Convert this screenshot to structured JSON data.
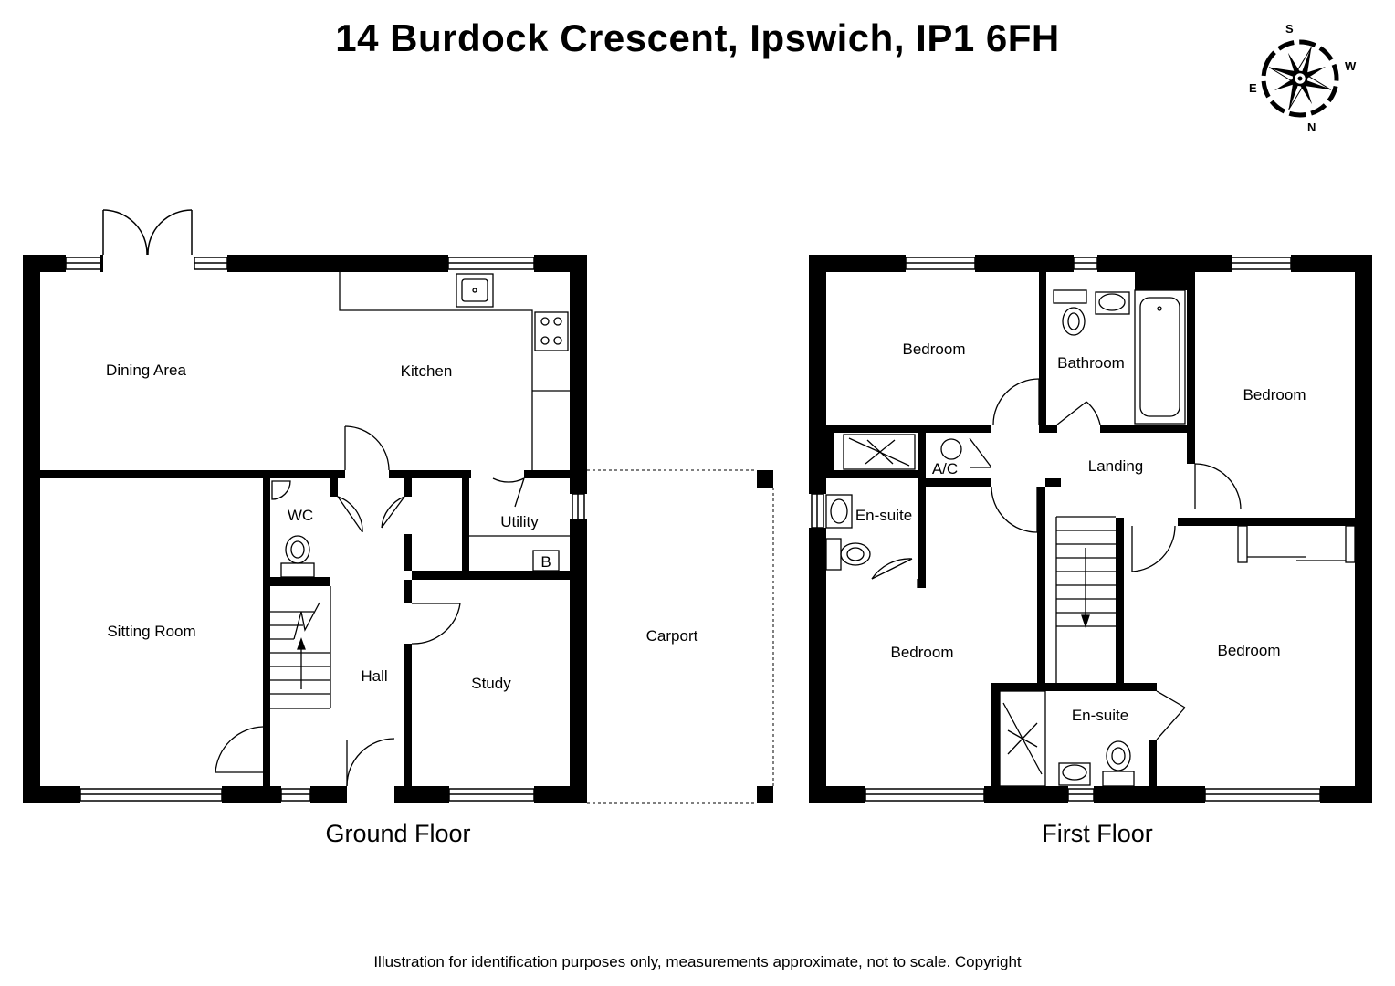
{
  "title": "14 Burdock Crescent, Ipswich, IP1 6FH",
  "floors": {
    "ground": "Ground Floor",
    "first": "First Floor"
  },
  "rooms": {
    "dining_area": "Dining Area",
    "kitchen": "Kitchen",
    "wc": "WC",
    "utility": "Utility",
    "boiler": "B",
    "sitting_room": "Sitting Room",
    "hall": "Hall",
    "study": "Study",
    "carport": "Carport",
    "bedroom_1": "Bedroom",
    "bathroom": "Bathroom",
    "bedroom_2": "Bedroom",
    "ac": "A/C",
    "landing": "Landing",
    "ensuite_1": "En-suite",
    "bedroom_3": "Bedroom",
    "bedroom_4": "Bedroom",
    "ensuite_2": "En-suite"
  },
  "compass": {
    "north": "N",
    "south": "S",
    "east": "E",
    "west": "W"
  },
  "disclaimer": "Illustration for identification purposes only, measurements approximate, not to scale. Copyright"
}
